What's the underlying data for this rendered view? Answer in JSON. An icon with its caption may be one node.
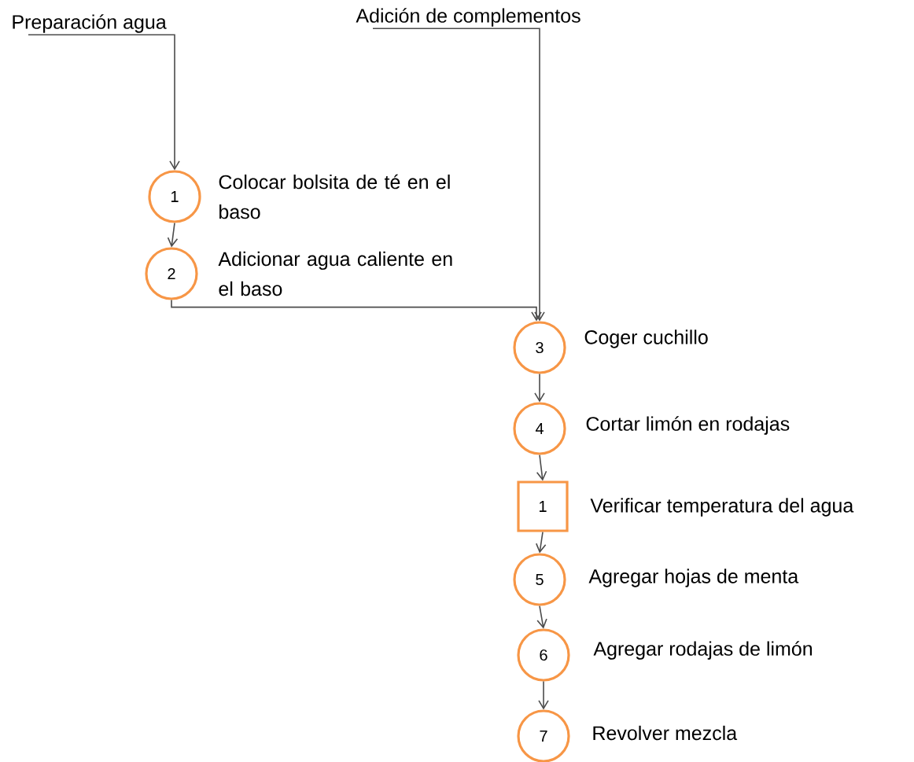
{
  "diagram": {
    "nodes": [
      {
        "text": [
          "Preparación agua"
        ]
      },
      {
        "text": [
          "Adición de complementos"
        ]
      },
      {
        "text": [
          "1"
        ],
        "beside": [
          "Colocar bolsita de té en el baso"
        ]
      },
      {
        "text": [
          "2"
        ],
        "beside": [
          "Adicionar agua caliente en el baso"
        ]
      },
      {
        "text": [
          "3"
        ],
        "beside": [
          "Coger cuchillo"
        ]
      },
      {
        "text": [
          "4"
        ],
        "beside": [
          "Cortar limón en rodajas"
        ]
      },
      {
        "text": [
          "1"
        ],
        "beside": [
          "Verificar temperatura del agua"
        ]
      },
      {
        "text": [
          "5"
        ],
        "beside": [
          "Agregar hojas de menta"
        ]
      },
      {
        "text": [
          "6"
        ],
        "beside": [
          "Agregar rodajas de limón"
        ]
      },
      {
        "text": [
          "7"
        ],
        "beside": [
          "Revolver mezcla"
        ]
      }
    ],
    "edges": [
      {
        "from": 0,
        "to": 2,
        "arrow": "to"
      },
      {
        "from": 2,
        "to": 3,
        "arrow": "to"
      },
      {
        "from": 3,
        "to": 4,
        "arrow": "to"
      },
      {
        "from": 1,
        "to": 4,
        "arrow": "to"
      },
      {
        "from": 4,
        "to": 5,
        "arrow": "to"
      },
      {
        "from": 5,
        "to": 6,
        "arrow": "to"
      },
      {
        "from": 6,
        "to": 7,
        "arrow": "to"
      },
      {
        "from": 7,
        "to": 8,
        "arrow": "to"
      },
      {
        "from": 8,
        "to": 9,
        "arrow": "to"
      }
    ]
  }
}
